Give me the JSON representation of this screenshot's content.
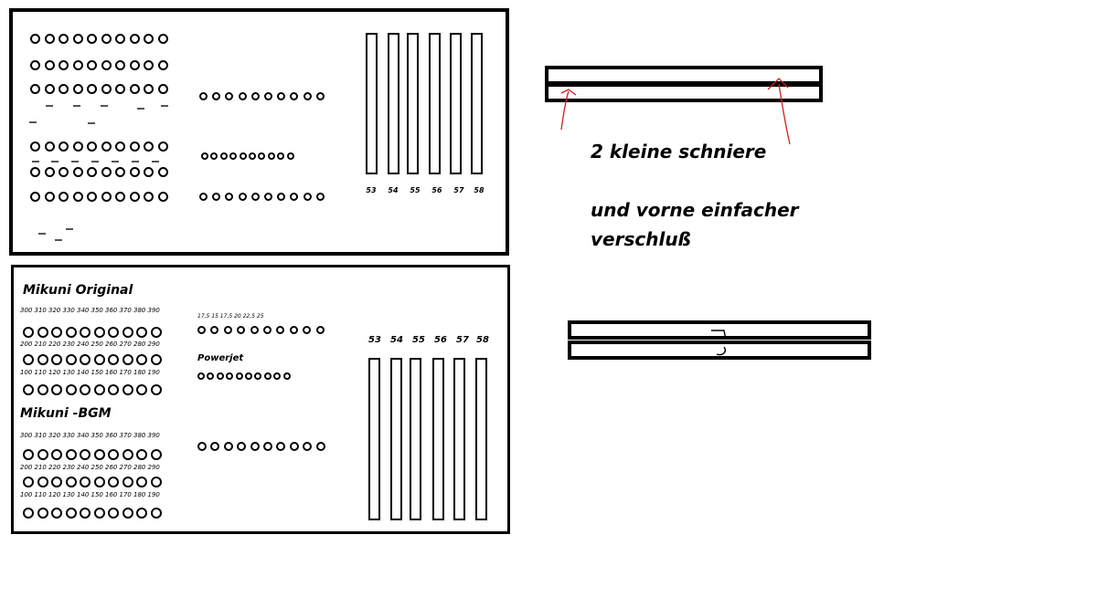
{
  "top_panel": {
    "slot_labels": [
      "53",
      "54",
      "55",
      "56",
      "57",
      "58"
    ]
  },
  "bottom_panel": {
    "section_original": "Mikuni Original",
    "section_bgm": "Mikuni -BGM",
    "powerjet_label": "Powerjet",
    "idle_jet_sizes_label": "17,5 15   17,5  20  22,5  25",
    "row_300_sizes": [
      "300",
      "310",
      "320",
      "330",
      "340",
      "350",
      "360",
      "370",
      "380",
      "390"
    ],
    "row_200_sizes": [
      "200",
      "210",
      "220",
      "230",
      "240",
      "250",
      "260",
      "270",
      "280",
      "290"
    ],
    "row_100_sizes": [
      "100",
      "110",
      "120",
      "130",
      "140",
      "150",
      "160",
      "170",
      "180",
      "190"
    ],
    "slot_labels": [
      "53",
      "54",
      "55",
      "56",
      "57",
      "58"
    ]
  },
  "notes": {
    "line1": "2 kleine schniere",
    "line2": "und vorne einfacher",
    "line3": "verschluß"
  },
  "colors": {
    "ink": "#000000",
    "arrow": "#cc2222"
  }
}
